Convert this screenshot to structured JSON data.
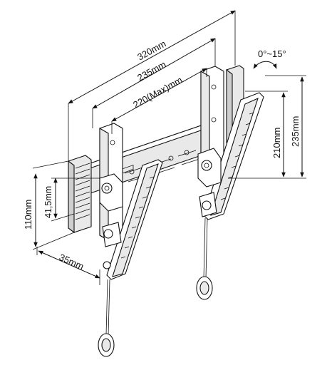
{
  "diagram": {
    "dimensions": {
      "width_320": "320mm",
      "width_235": "235mm",
      "width_220_max": "220(Max)mm",
      "height_110": "110mm",
      "height_41_5": "41,5mm",
      "depth_35": "35mm",
      "height_210": "210mm",
      "height_235": "235mm",
      "tilt_range": "0°~15°"
    }
  }
}
